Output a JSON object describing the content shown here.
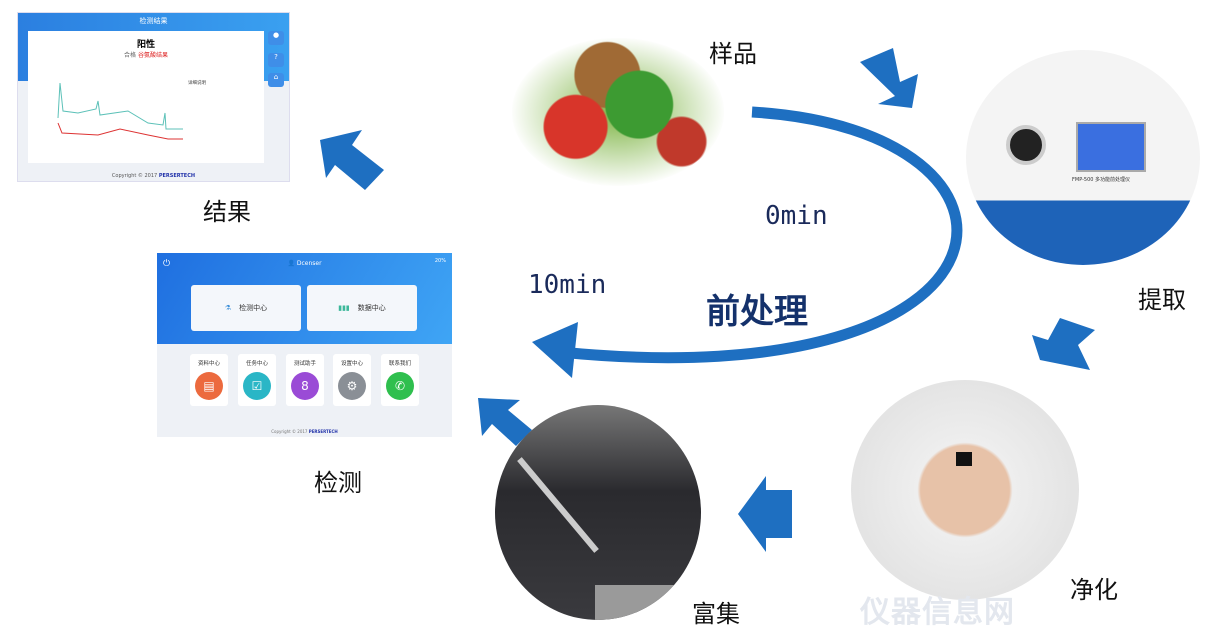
{
  "title": "前处理",
  "times": {
    "start": "0min",
    "end": "10min"
  },
  "steps": [
    "样品",
    "提取",
    "净化",
    "富集",
    "检测",
    "结果"
  ],
  "colors": {
    "arrow": "#1e6fc1",
    "title": "#14316b"
  },
  "result_screen": {
    "header": "检测结果",
    "result": "阳性",
    "tabs": [
      "合格",
      "谷氨酸结果"
    ],
    "info_title": "详细说明",
    "copyright": "Copyright © 2017",
    "brand": "PERSERTECH"
  },
  "home_screen": {
    "user": "Dcenser",
    "battery": "20%",
    "big": [
      "检测中心",
      "数据中心"
    ],
    "small": [
      "资料中心",
      "任务中心",
      "测试助手",
      "设置中心",
      "联系我们"
    ],
    "copyright": "Copyright © 2017",
    "brand": "PERSERTECH"
  },
  "photos": {
    "device_label": "FMP-500 多功能前处理仪"
  },
  "watermark": "仪器信息网"
}
